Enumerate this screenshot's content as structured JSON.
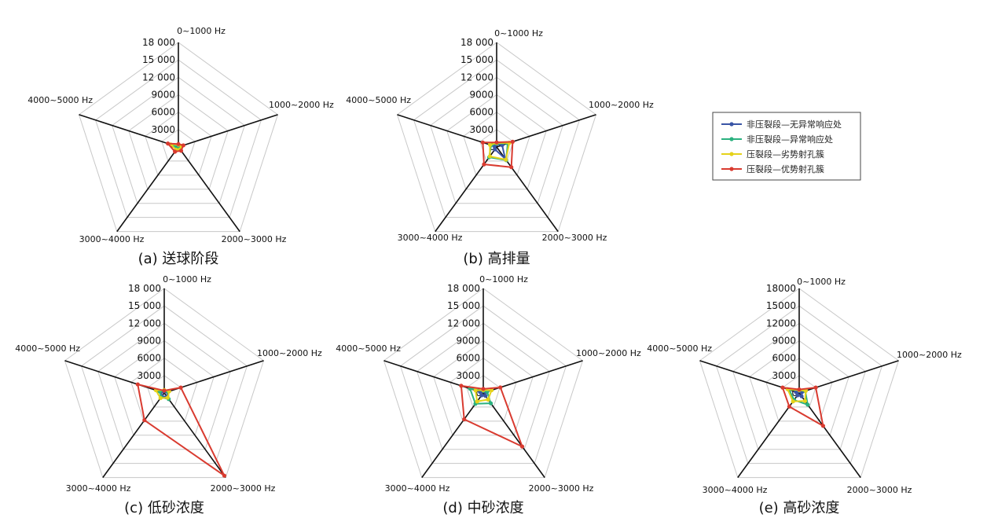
{
  "chart_data": [
    {
      "type": "radar",
      "caption": "(a) 送球阶段",
      "axes": [
        "0~1000 Hz",
        "1000~2000 Hz",
        "2000~3000 Hz",
        "3000~4000 Hz",
        "4000~5000 Hz"
      ],
      "ticks": [
        "0",
        "3000",
        "6000",
        "9000",
        "12 000",
        "15 000",
        "18 000"
      ],
      "rmax": 18000,
      "series": [
        {
          "name": "非压裂段—无异常响应处",
          "color": "#3a55a6",
          "values": [
            200,
            300,
            250,
            200,
            300
          ]
        },
        {
          "name": "非压裂段—异常响应处",
          "color": "#2bb17f",
          "values": [
            300,
            400,
            300,
            400,
            700
          ]
        },
        {
          "name": "压裂段—劣势射孔簇",
          "color": "#e5d21a",
          "values": [
            400,
            600,
            500,
            600,
            1400
          ]
        },
        {
          "name": "压裂段—优势射孔簇",
          "color": "#d93b30",
          "values": [
            500,
            900,
            800,
            1000,
            1900
          ]
        }
      ]
    },
    {
      "type": "radar",
      "caption": "(b) 高排量",
      "axes": [
        "0~1000 Hz",
        "1000~2000 Hz",
        "2000~3000 Hz",
        "3000~4000 Hz",
        "4000~5000 Hz"
      ],
      "ticks": [
        "0",
        "3000",
        "6000",
        "9000",
        "12 000",
        "15 000",
        "18 000"
      ],
      "rmax": 18000,
      "series": [
        {
          "name": "非压裂段—无异常响应处",
          "color": "#3a55a6",
          "values": [
            500,
            1000,
            2500,
            500,
            400
          ]
        },
        {
          "name": "非压裂段—异常响应处",
          "color": "#2bb17f",
          "values": [
            600,
            2000,
            2800,
            2200,
            1000
          ]
        },
        {
          "name": "压裂段—劣势射孔簇",
          "color": "#e5d21a",
          "values": [
            700,
            2300,
            2700,
            2000,
            1200
          ]
        },
        {
          "name": "压裂段—优势射孔簇",
          "color": "#d93b30",
          "values": [
            800,
            2900,
            4300,
            3700,
            2500
          ]
        }
      ]
    },
    {
      "type": "radar",
      "caption": "(c) 低砂浓度",
      "axes": [
        "0~1000 Hz",
        "1000~2000 Hz",
        "2000~3000 Hz",
        "3000~4000 Hz",
        "4000~5000 Hz"
      ],
      "ticks": [
        "0",
        "3000",
        "6000",
        "9000",
        "12 000",
        "15 000",
        "18 000"
      ],
      "rmax": 18000,
      "series": [
        {
          "name": "非压裂段—无异常响应处",
          "color": "#3a55a6",
          "values": [
            300,
            600,
            800,
            700,
            600
          ]
        },
        {
          "name": "非压裂段—异常响应处",
          "color": "#2bb17f",
          "values": [
            400,
            700,
            1300,
            900,
            800
          ]
        },
        {
          "name": "压裂段—劣势射孔簇",
          "color": "#e5d21a",
          "values": [
            500,
            900,
            1000,
            1100,
            1500
          ]
        },
        {
          "name": "压裂段—优势射孔簇",
          "color": "#d93b30",
          "values": [
            400,
            3000,
            17600,
            5800,
            4800
          ]
        }
      ]
    },
    {
      "type": "radar",
      "caption": "(d) 中砂浓度",
      "axes": [
        "0~1000 Hz",
        "1000~2000 Hz",
        "2000~3000 Hz",
        "3000~4000 Hz",
        "4000~5000 Hz"
      ],
      "ticks": [
        "0",
        "3000",
        "6000",
        "9000",
        "12 000",
        "15 000",
        "18 000"
      ],
      "rmax": 18000,
      "series": [
        {
          "name": "非压裂段—无异常响应处",
          "color": "#3a55a6",
          "values": [
            300,
            500,
            600,
            500,
            600
          ]
        },
        {
          "name": "非压裂段—异常响应处",
          "color": "#2bb17f",
          "values": [
            400,
            700,
            2200,
            2300,
            2400
          ]
        },
        {
          "name": "压裂段—劣势射孔簇",
          "color": "#e5d21a",
          "values": [
            500,
            1500,
            1400,
            1800,
            1400
          ]
        },
        {
          "name": "压裂段—优势射孔簇",
          "color": "#d93b30",
          "values": [
            700,
            3100,
            11400,
            5600,
            4000
          ]
        }
      ]
    },
    {
      "type": "radar",
      "caption": "(e) 高砂浓度",
      "axes": [
        "0~1000 Hz",
        "1000~2000 Hz",
        "2000~3000 Hz",
        "3000~4000 Hz",
        "4000~5000 Hz"
      ],
      "ticks": [
        "0",
        "3000",
        "6000",
        "9000",
        "12000",
        "15000",
        "18000"
      ],
      "rmax": 18000,
      "series": [
        {
          "name": "非压裂段—无异常响应处",
          "color": "#3a55a6",
          "values": [
            300,
            500,
            700,
            500,
            600
          ]
        },
        {
          "name": "非压裂段—异常响应处",
          "color": "#2bb17f",
          "values": [
            500,
            1100,
            2500,
            1500,
            1800
          ]
        },
        {
          "name": "压裂段—劣势射孔簇",
          "color": "#e5d21a",
          "values": [
            500,
            1200,
            1700,
            1800,
            2100
          ]
        },
        {
          "name": "压裂段—优势射孔簇",
          "color": "#d93b30",
          "values": [
            600,
            3000,
            7000,
            2900,
            3000
          ]
        }
      ]
    }
  ],
  "legend": {
    "position": "right",
    "entries": [
      {
        "name": "非压裂段—无异常响应处",
        "color": "#3a55a6"
      },
      {
        "name": "非压裂段—异常响应处",
        "color": "#2bb17f"
      },
      {
        "name": "压裂段—劣势射孔簇",
        "color": "#e5d21a"
      },
      {
        "name": "压裂段—优势射孔簇",
        "color": "#d93b30"
      }
    ]
  }
}
